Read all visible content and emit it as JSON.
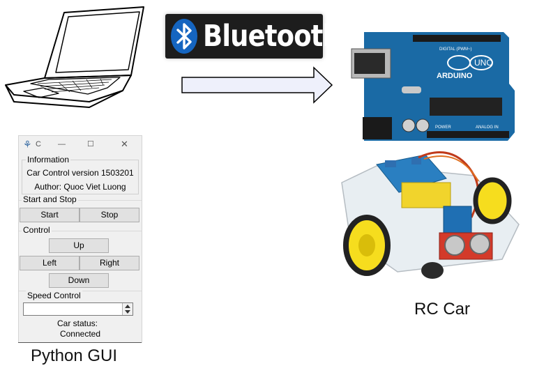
{
  "banner": {
    "text": "Bluetooth"
  },
  "gui": {
    "window_title": "C",
    "minimize_icon": "—",
    "maximize_icon": "☐",
    "close_icon": "✕",
    "information": {
      "label": "Information",
      "version": "Car Control version 1503201",
      "author": "Author: Quoc Viet Luong"
    },
    "start_stop": {
      "label": "Start and Stop",
      "start": "Start",
      "stop": "Stop"
    },
    "control": {
      "label": "Control",
      "up": "Up",
      "left": "Left",
      "right": "Right",
      "down": "Down"
    },
    "speed": {
      "label": "Speed Control",
      "value": ""
    },
    "status": {
      "label": "Car status:",
      "value": "Connected"
    }
  },
  "captions": {
    "gui": "Python GUI",
    "car": "RC Car"
  },
  "board": {
    "digital_label": "DIGITAL (PWM~)",
    "brand": "ARDUINO",
    "model": "UNO",
    "power_label": "POWER",
    "analog_label": "ANALOG IN"
  },
  "colors": {
    "board_blue": "#1a6aa5",
    "banner_bg": "#1d1d1d",
    "bluetooth_blue": "#1565c0",
    "arrow_fill": "#eef0fb"
  }
}
